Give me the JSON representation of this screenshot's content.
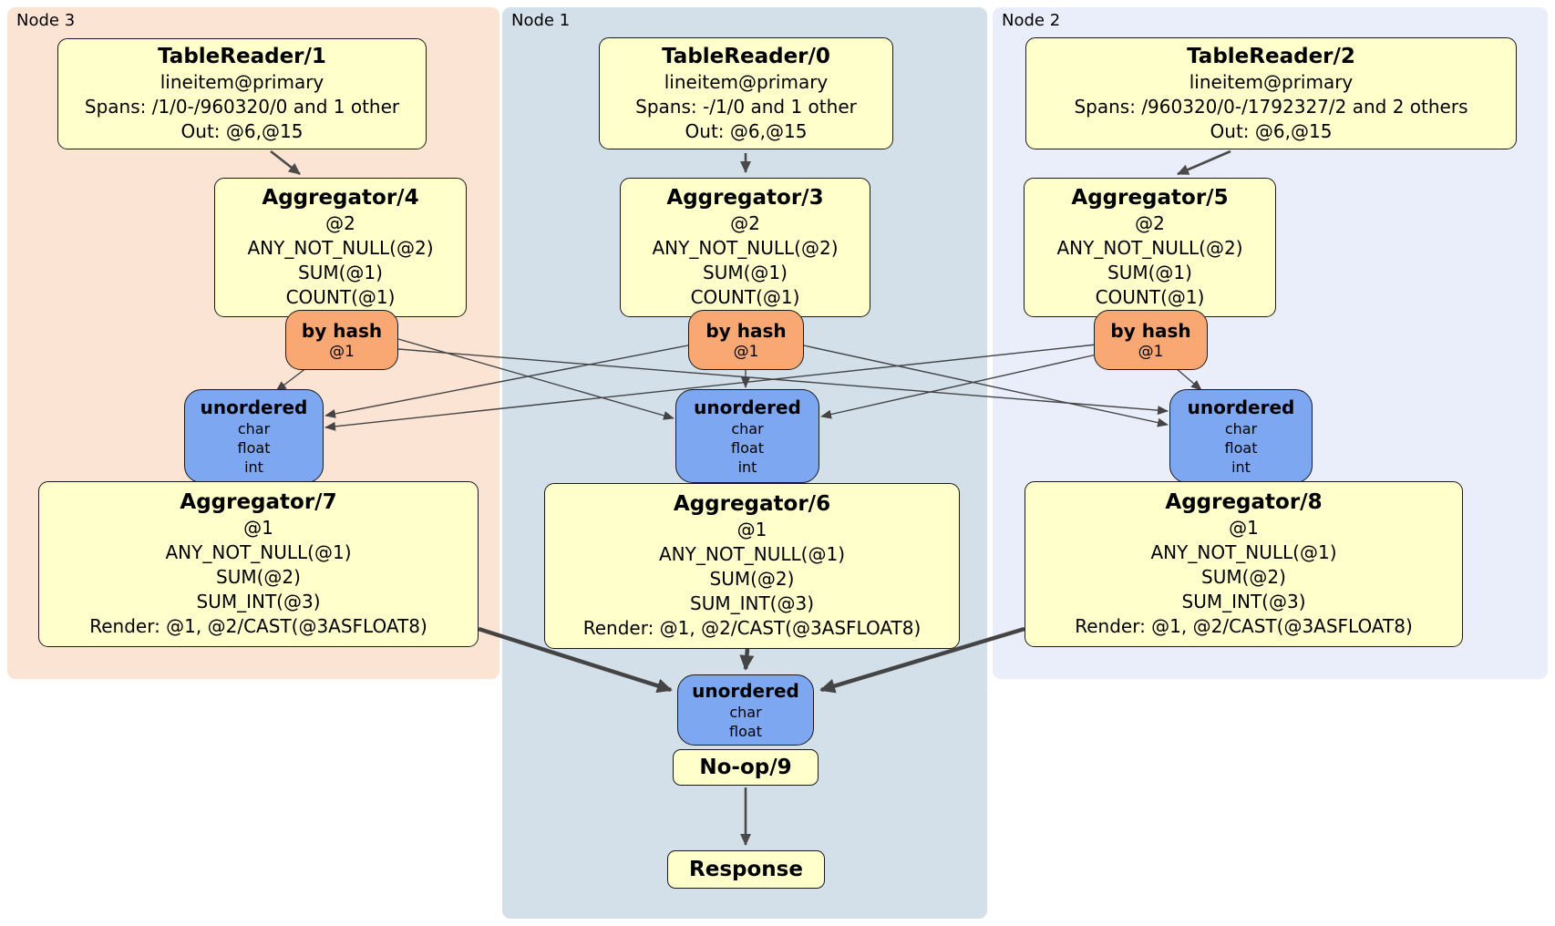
{
  "regions": [
    {
      "label": "Node 3",
      "bg": "#fce4d4"
    },
    {
      "label": "Node 1",
      "bg": "#d3e0ea"
    },
    {
      "label": "Node 2",
      "bg": "#eaeefa"
    }
  ],
  "colors": {
    "processor_fill": "#ffffcc",
    "router_fill": "#f9a874",
    "sync_fill": "#7da7f0",
    "edge": "#444444",
    "border": "#1a1a1a"
  },
  "processors": {
    "tr1": {
      "title": "TableReader/1",
      "rows": [
        "lineitem@primary",
        "Spans: /1/0-/960320/0 and 1 other",
        "Out: @6,@15"
      ]
    },
    "tr0": {
      "title": "TableReader/0",
      "rows": [
        "lineitem@primary",
        "Spans: -/1/0 and 1 other",
        "Out: @6,@15"
      ]
    },
    "tr2": {
      "title": "TableReader/2",
      "rows": [
        "lineitem@primary",
        "Spans: /960320/0-/1792327/2 and 2 others",
        "Out: @6,@15"
      ]
    },
    "agg4": {
      "title": "Aggregator/4",
      "rows": [
        "@2",
        "ANY_NOT_NULL(@2)",
        "SUM(@1)",
        "COUNT(@1)"
      ]
    },
    "agg3": {
      "title": "Aggregator/3",
      "rows": [
        "@2",
        "ANY_NOT_NULL(@2)",
        "SUM(@1)",
        "COUNT(@1)"
      ]
    },
    "agg5": {
      "title": "Aggregator/5",
      "rows": [
        "@2",
        "ANY_NOT_NULL(@2)",
        "SUM(@1)",
        "COUNT(@1)"
      ]
    },
    "agg7": {
      "title": "Aggregator/7",
      "rows": [
        "@1",
        "ANY_NOT_NULL(@1)",
        "SUM(@2)",
        "SUM_INT(@3)",
        "Render: @1, @2/CAST(@3ASFLOAT8)"
      ]
    },
    "agg6": {
      "title": "Aggregator/6",
      "rows": [
        "@1",
        "ANY_NOT_NULL(@1)",
        "SUM(@2)",
        "SUM_INT(@3)",
        "Render: @1, @2/CAST(@3ASFLOAT8)"
      ]
    },
    "agg8": {
      "title": "Aggregator/8",
      "rows": [
        "@1",
        "ANY_NOT_NULL(@1)",
        "SUM(@2)",
        "SUM_INT(@3)",
        "Render: @1, @2/CAST(@3ASFLOAT8)"
      ]
    },
    "noop": {
      "title": "No-op/9"
    },
    "response": {
      "title": "Response"
    }
  },
  "router": {
    "title": "by hash",
    "detail": "@1"
  },
  "sync_full": {
    "title": "unordered",
    "items": [
      "char",
      "float",
      "int"
    ]
  },
  "sync_final": {
    "title": "unordered",
    "items": [
      "char",
      "float"
    ]
  }
}
